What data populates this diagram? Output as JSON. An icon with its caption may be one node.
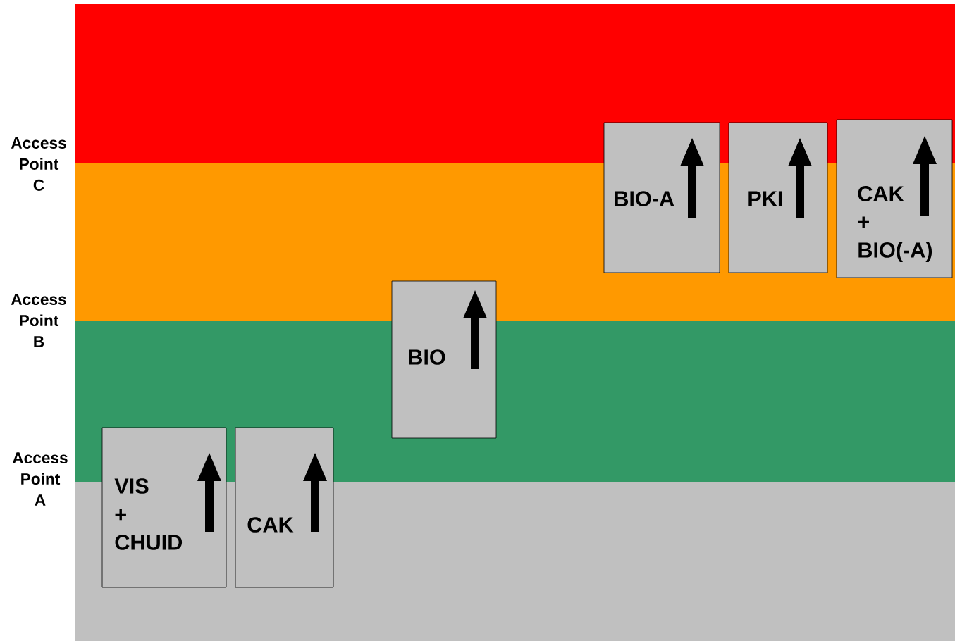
{
  "diagram": {
    "nodes": [
      {
        "text": [],
        "shape": "band"
      },
      {
        "text": [],
        "shape": "band"
      },
      {
        "text": [],
        "shape": "band"
      },
      {
        "text": [],
        "shape": "band"
      },
      {
        "text": [
          "VIS + CHUID"
        ]
      },
      {
        "text": [
          "CAK"
        ]
      },
      {
        "text": [
          "BIO"
        ]
      },
      {
        "text": [
          "BIO-A"
        ]
      },
      {
        "text": [
          "PKI"
        ]
      },
      {
        "text": [
          "CAK + BIO(-A)"
        ]
      }
    ],
    "labels": [
      "Access Point C",
      "Access Point B",
      "Access Point A"
    ]
  }
}
